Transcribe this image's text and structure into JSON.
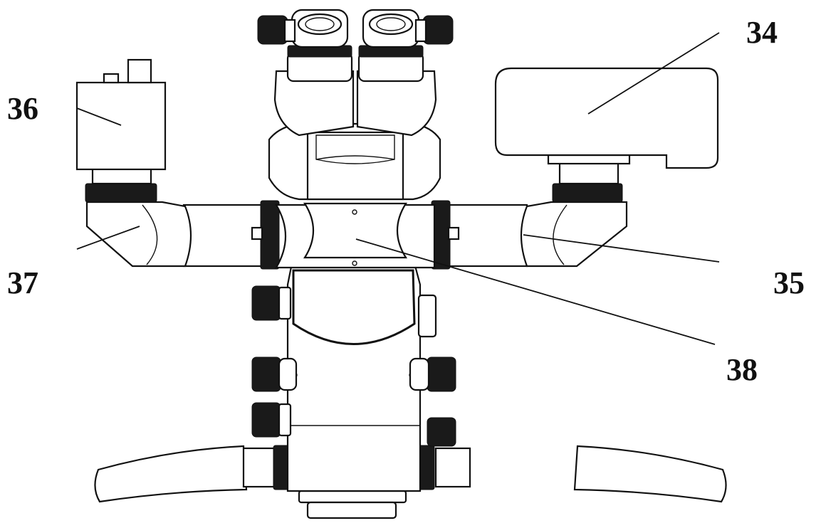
{
  "labels": {
    "n34": "34",
    "n35": "35",
    "n36": "36",
    "n37": "37",
    "n38": "38"
  }
}
